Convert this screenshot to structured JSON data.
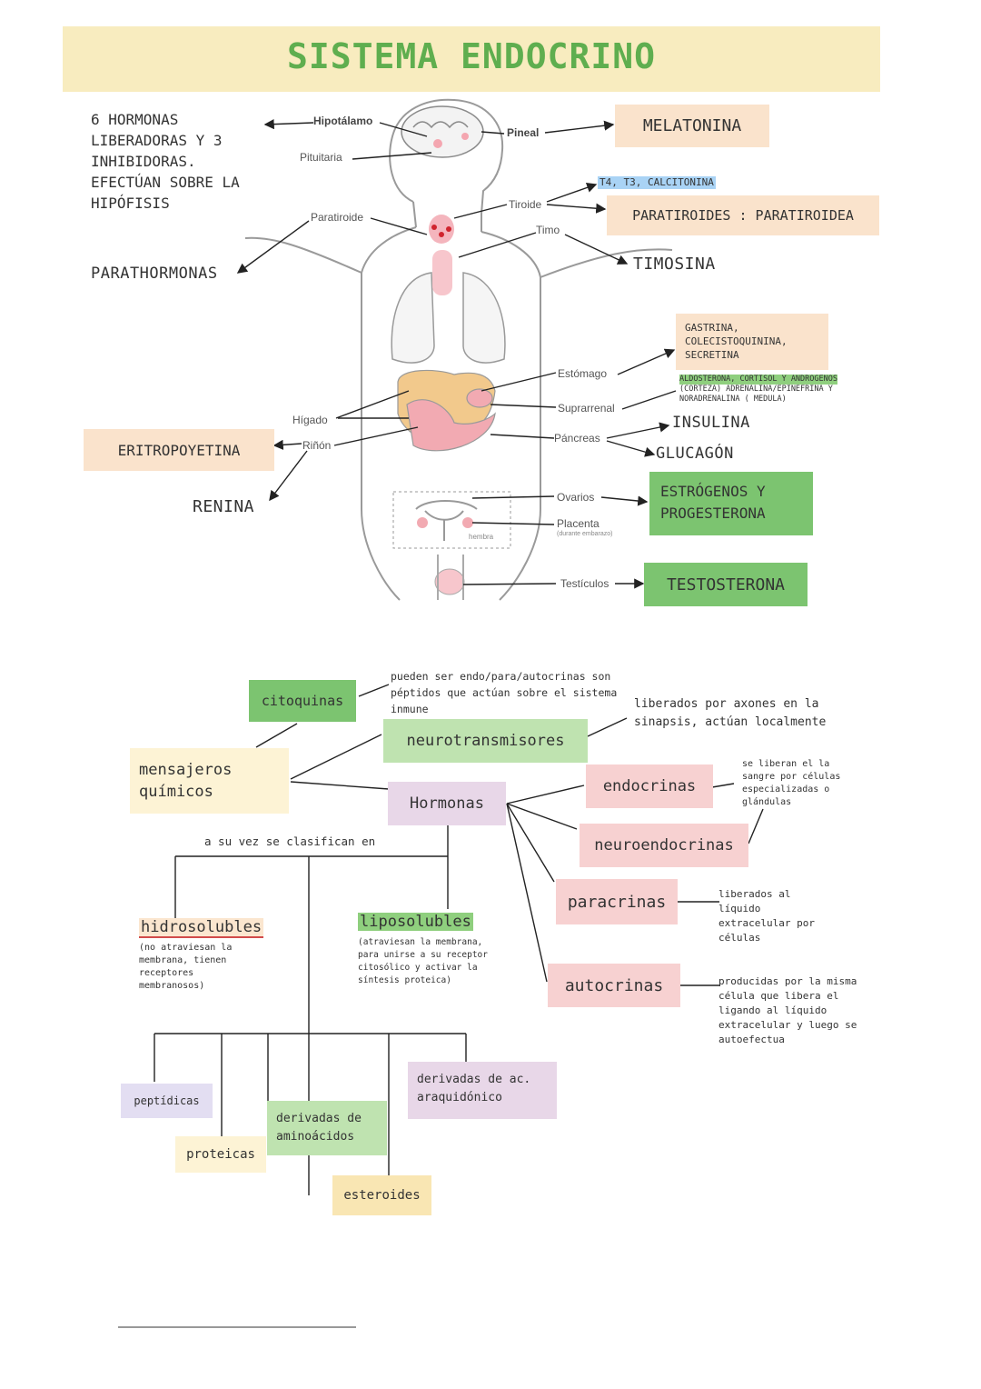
{
  "title": "SISTEMA ENDOCRINO",
  "organs": {
    "hipotalamo": "Hipotálamo",
    "pituitaria": "Pituitaria",
    "pineal": "Pineal",
    "paratiroide": "Paratiroide",
    "tiroide": "Tiroide",
    "timo": "Timo",
    "estomago": "Estómago",
    "suprarrenal": "Suprarrenal",
    "pancreas": "Páncreas",
    "higado": "Hígado",
    "rinon": "Riñón",
    "ovarios": "Ovarios",
    "placenta": "Placenta",
    "placenta_note": "(durante embarazo)",
    "hembra": "hembra",
    "testiculos": "Testículos"
  },
  "hormones": {
    "hipotalamo_note": "6 HORMONAS LIBERADORAS Y 3 INHIBIDORAS. EFECTÚAN SOBRE LA HIPÓFISIS",
    "melatonina": "MELATONINA",
    "tiroides_highlight": "T4, T3, CALCITONINA",
    "paratiroides": "PARATIROIDES : PARATIROIDEA",
    "timosina": "TIMOSINA",
    "parathormonas": "PARATHORMONAS",
    "estomago_box": "GASTRINA, COLECISTOQUININA, SECRETINA",
    "suprarrenal_line1": "ALDOSTERONA, CORTISOL Y ANDROGENOS",
    "suprarrenal_line2": "(CORTEZA) ADRENALINA/EPINEFRINA Y",
    "suprarrenal_line3": "NORADRENALINA ( MEDULA)",
    "insulina": "INSULINA",
    "glucagon": "GLUCAGÓN",
    "eritropoyetina": "ERITROPOYETINA",
    "renina": "RENINA",
    "estrogenos": "ESTRÓGENOS Y PROGESTERONA",
    "testosterona": "TESTOSTERONA"
  },
  "concept_map": {
    "citoquinas": "citoquinas",
    "citoquinas_note": "pueden ser endo/para/autocrinas son péptidos que actúan sobre el sistema inmune",
    "neurotransmisores": "neurotransmisores",
    "neurotransmisores_note": "liberados por axones en la sinapsis, actúan localmente",
    "mensajeros": "mensajeros químicos",
    "hormonas": "Hormonas",
    "endocrinas": "endocrinas",
    "endocrinas_note": "se liberan el la sangre por células especializadas o glándulas",
    "neuroendocrinas": "neuroendocrinas",
    "paracrinas": "paracrinas",
    "paracrinas_note": "liberados al líquido extracelular por células",
    "autocrinas": "autocrinas",
    "autocrinas_note": "producidas por la misma célula que libera el ligando al líquido extracelular y luego se autoefectua",
    "clasifican": "a su vez se clasifican en",
    "hidrosolubles": "hidrosolubles",
    "hidrosolubles_note": "(no atraviesan la membrana, tienen receptores membranosos)",
    "liposolubles": "liposolubles",
    "liposolubles_note": "(atraviesan la membrana, para unirse a su receptor citosólico y activar la síntesis proteica)",
    "peptidicas": "peptídicas",
    "proteicas": "proteicas",
    "aminoacidos": "derivadas de aminoácidos",
    "esteroides": "esteroides",
    "araquidonico": "derivadas de ac. araquidónico"
  }
}
